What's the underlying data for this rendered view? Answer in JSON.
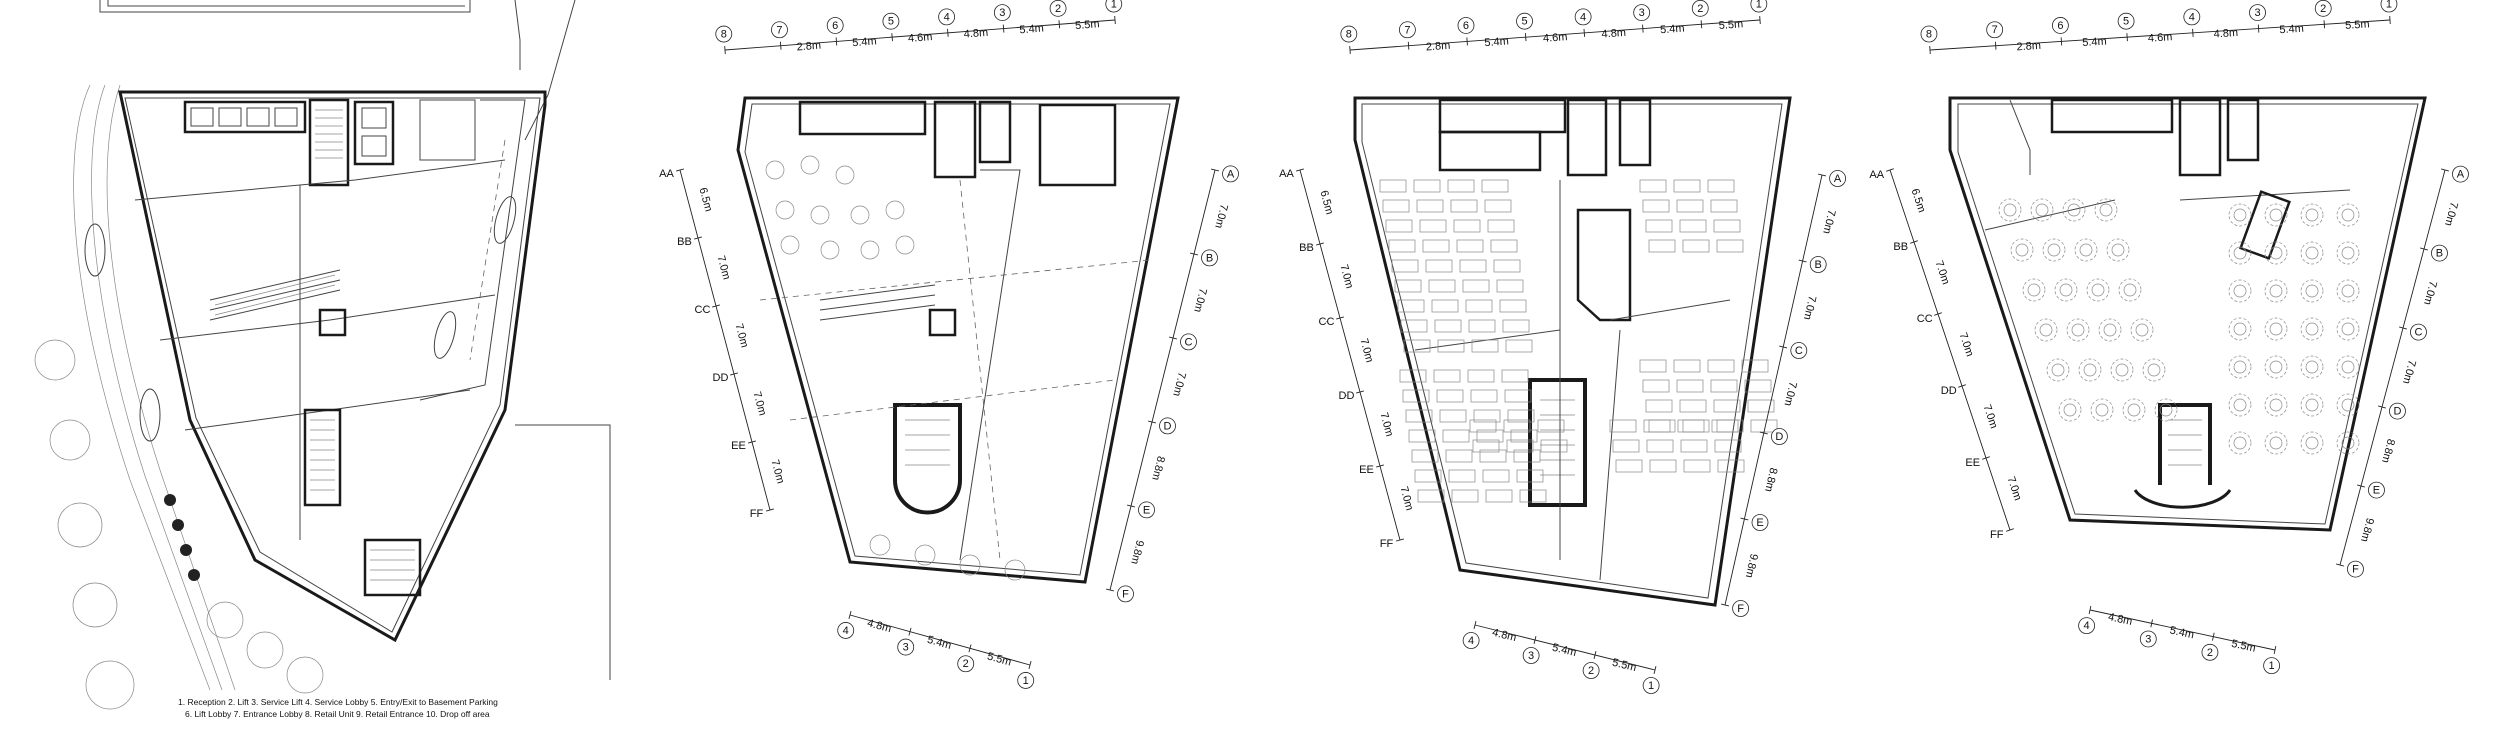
{
  "plans": [
    {
      "id": "ground",
      "legend": {
        "line1": "1. Reception   2. Lift   3. Service Lift   4. Service Lobby   5. Entry/Exit to Basement Parking",
        "line2": "6. Lift Lobby   7. Entrance Lobby   8. Retail Unit   9. Retail Entrance   10. Drop off area"
      }
    },
    {
      "id": "first",
      "grid_top": [
        "8",
        "7",
        "6",
        "5",
        "4",
        "3",
        "2",
        "1"
      ],
      "dims_top": [
        "2.8m",
        "5.4m",
        "4.6m",
        "4.8m",
        "5.4m",
        "5.5m"
      ],
      "grid_left": [
        "AA",
        "BB",
        "CC",
        "DD",
        "EE",
        "FF"
      ],
      "dims_left": [
        "6.5m",
        "7.0m",
        "7.0m",
        "7.0m",
        "7.0m"
      ],
      "grid_right": [
        "A",
        "B",
        "C",
        "D",
        "E",
        "F"
      ],
      "dims_right": [
        "7.0m",
        "7.0m",
        "7.0m",
        "8.8m",
        "9.8m"
      ],
      "grid_bottom": [
        "4",
        "3",
        "2",
        "1"
      ],
      "dims_bottom": [
        "4.8m",
        "5.4m",
        "5.5m"
      ]
    },
    {
      "id": "office",
      "grid_top": [
        "8",
        "7",
        "6",
        "5",
        "4",
        "3",
        "2",
        "1"
      ],
      "dims_top": [
        "2.8m",
        "5.4m",
        "4.6m",
        "4.8m",
        "5.4m",
        "5.5m"
      ],
      "grid_left": [
        "AA",
        "BB",
        "CC",
        "DD",
        "EE",
        "FF"
      ],
      "dims_left": [
        "6.5m",
        "7.0m",
        "7.0m",
        "7.0m",
        "7.0m"
      ],
      "grid_right": [
        "A",
        "B",
        "C",
        "D",
        "E",
        "F"
      ],
      "dims_right": [
        "7.0m",
        "7.0m",
        "7.0m",
        "8.8m",
        "9.8m"
      ],
      "grid_bottom": [
        "4",
        "3",
        "2",
        "1"
      ],
      "dims_bottom": [
        "4.8m",
        "5.4m",
        "5.5m"
      ]
    },
    {
      "id": "banquet",
      "grid_top": [
        "8",
        "7",
        "6",
        "5",
        "4",
        "3",
        "2",
        "1"
      ],
      "dims_top": [
        "2.8m",
        "5.4m",
        "4.6m",
        "4.8m",
        "5.4m",
        "5.5m"
      ],
      "grid_left": [
        "AA",
        "BB",
        "CC",
        "DD",
        "EE",
        "FF"
      ],
      "dims_left": [
        "6.5m",
        "7.0m",
        "7.0m",
        "7.0m",
        "7.0m"
      ],
      "grid_right": [
        "A",
        "B",
        "C",
        "D",
        "E",
        "F"
      ],
      "dims_right": [
        "7.0m",
        "7.0m",
        "7.0m",
        "8.8m",
        "9.8m"
      ],
      "grid_bottom": [
        "4",
        "3",
        "2",
        "1"
      ],
      "dims_bottom": [
        "4.8m",
        "5.4m",
        "5.5m"
      ]
    }
  ]
}
